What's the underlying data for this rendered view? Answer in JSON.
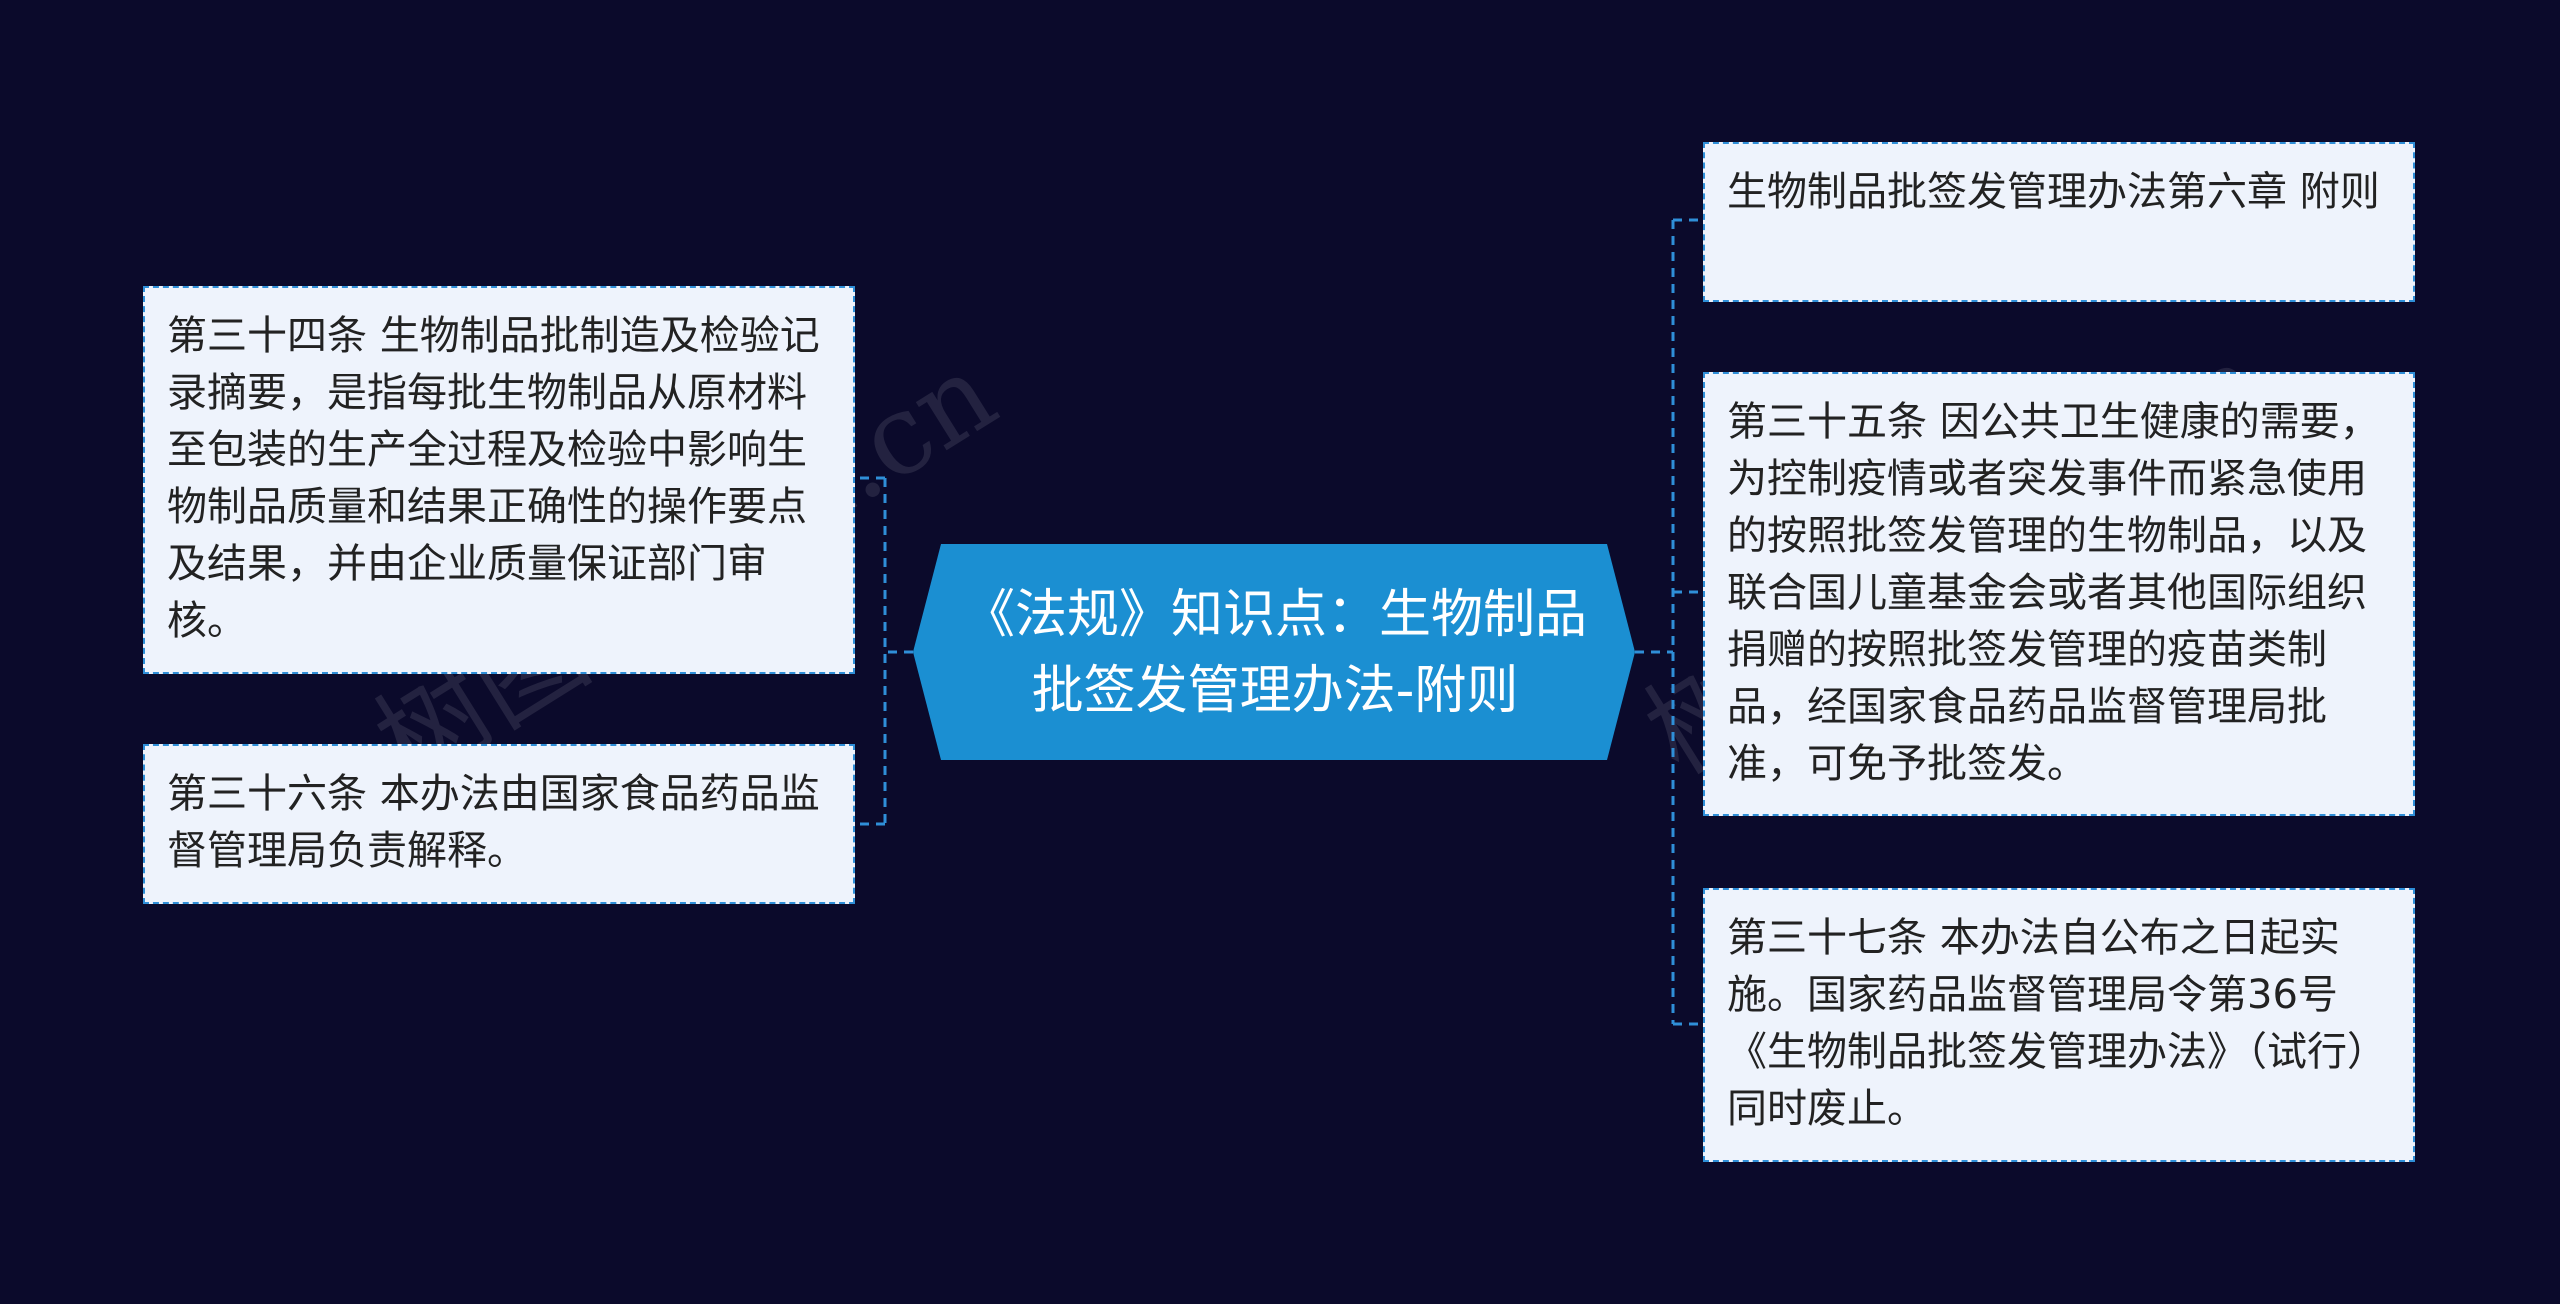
{
  "root": {
    "title": "《法规》知识点：生物制品批签发管理办法-附则",
    "fill_color": "#1b8fd2"
  },
  "left_nodes": [
    {
      "text": "第三十四条 生物制品批制造及检验记录摘要，是指每批生物制品从原材料至包装的生产全过程及检验中影响生物制品质量和结果正确性的操作要点及结果，并由企业质量保证部门审核。"
    },
    {
      "text": "第三十六条 本办法由国家食品药品监督管理局负责解释。"
    }
  ],
  "right_nodes": [
    {
      "text": "生物制品批签发管理办法第六章 附则"
    },
    {
      "text": "第三十五条 因公共卫生健康的需要，为控制疫情或者突发事件而紧急使用的按照批签发管理的生物制品，以及联合国儿童基金会或者其他国际组织捐赠的按照批签发管理的疫苗类制品，经国家食品药品监督管理局批准，可免予批签发。"
    },
    {
      "text": "第三十七条 本办法自公布之日起实施。国家药品监督管理局令第36号《生物制品批签发管理办法》（试行）同时废止。"
    }
  ],
  "watermarks": [
    "树图shutu.cn",
    "树图shutu.cn"
  ],
  "colors": {
    "background": "#0b0a2b",
    "node_fill": "#eef3fc",
    "node_border": "#2f8fd8",
    "connector": "#2f8fd8",
    "root_fill": "#1b8fd2"
  }
}
